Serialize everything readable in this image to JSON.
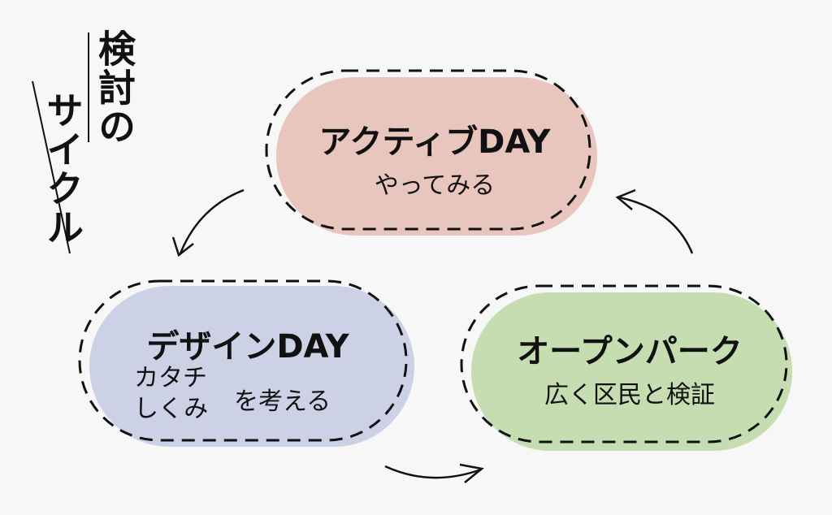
{
  "title": {
    "line1": "検討の",
    "line2": "サイクル"
  },
  "nodes": {
    "active": {
      "title": "アクティブDAY",
      "subtitle": "やってみる",
      "color": "#e8c5bd"
    },
    "design": {
      "title": "デザインDAY",
      "subtitle_lines": [
        "カタチ",
        "しくみ"
      ],
      "subtitle_suffix": "を考える",
      "color": "#cdd1e6"
    },
    "open": {
      "title": "オープンパーク",
      "subtitle": "広く区民と検証",
      "color": "#c5ddb0"
    }
  },
  "colors": {
    "background": "#f7f7f7",
    "stroke": "#111111"
  }
}
